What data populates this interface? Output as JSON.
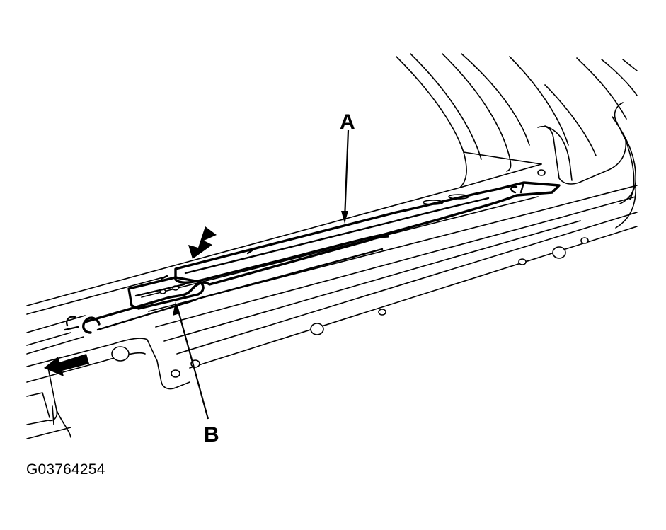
{
  "figure": {
    "callouts": [
      {
        "id": "A",
        "label": "A"
      },
      {
        "id": "B",
        "label": "B"
      }
    ],
    "figure_id": "G03764254",
    "colors": {
      "ink": "#000000",
      "background": "#ffffff"
    },
    "icons": [
      "direction-arrow-icon",
      "pointer-arrow-icon"
    ]
  }
}
